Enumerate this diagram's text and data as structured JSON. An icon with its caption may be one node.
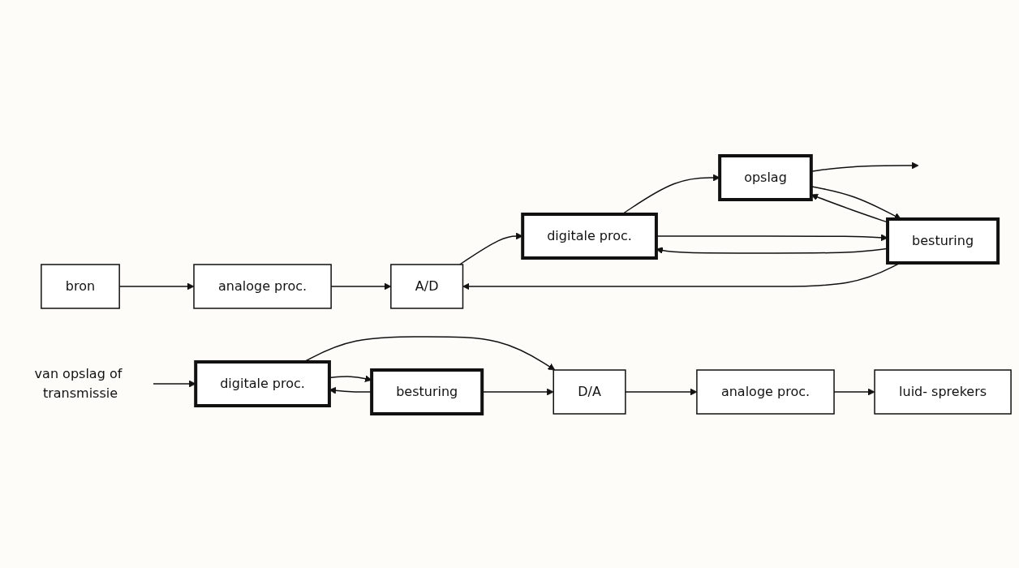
{
  "diagram": {
    "nodes": [
      {
        "text": [
          "bron"
        ]
      },
      {
        "text": [
          "analoge proc."
        ]
      },
      {
        "text": [
          "A/D"
        ]
      },
      {
        "text": [
          "digitale proc."
        ]
      },
      {
        "text": [
          "opslag"
        ]
      },
      {
        "text": [
          "besturing"
        ]
      },
      {
        "text": [
          "van opslag of transmissie"
        ]
      },
      {
        "text": [
          "digitale proc."
        ]
      },
      {
        "text": [
          "D/A"
        ]
      },
      {
        "text": [
          "analoge proc."
        ]
      },
      {
        "text": [
          "luid- sprekers"
        ]
      },
      {
        "text": [
          "besturing"
        ]
      }
    ],
    "edges": [
      {
        "from": 0,
        "to": 1,
        "arrow": "to"
      },
      {
        "from": 1,
        "to": 2,
        "arrow": "to"
      },
      {
        "from": 2,
        "to": 3,
        "arrow": "to"
      },
      {
        "from": 3,
        "to": 4,
        "arrow": "to"
      },
      {
        "from": 4,
        "to": null,
        "arrow": "to"
      },
      {
        "from": 3,
        "to": 5,
        "arrow": "to"
      },
      {
        "from": 5,
        "to": 3,
        "arrow": "to"
      },
      {
        "from": 4,
        "to": 5,
        "arrow": "to"
      },
      {
        "from": 5,
        "to": 4,
        "arrow": "to"
      },
      {
        "from": 5,
        "to": 2,
        "arrow": "to"
      },
      {
        "from": 6,
        "to": 7,
        "arrow": "to"
      },
      {
        "from": 7,
        "to": 8,
        "arrow": "to"
      },
      {
        "from": 8,
        "to": 9,
        "arrow": "to"
      },
      {
        "from": 9,
        "to": 10,
        "arrow": "to"
      },
      {
        "from": 7,
        "to": 11,
        "arrow": "to"
      },
      {
        "from": 11,
        "to": 7,
        "arrow": "to"
      },
      {
        "from": 11,
        "to": 8,
        "arrow": "to"
      }
    ]
  }
}
